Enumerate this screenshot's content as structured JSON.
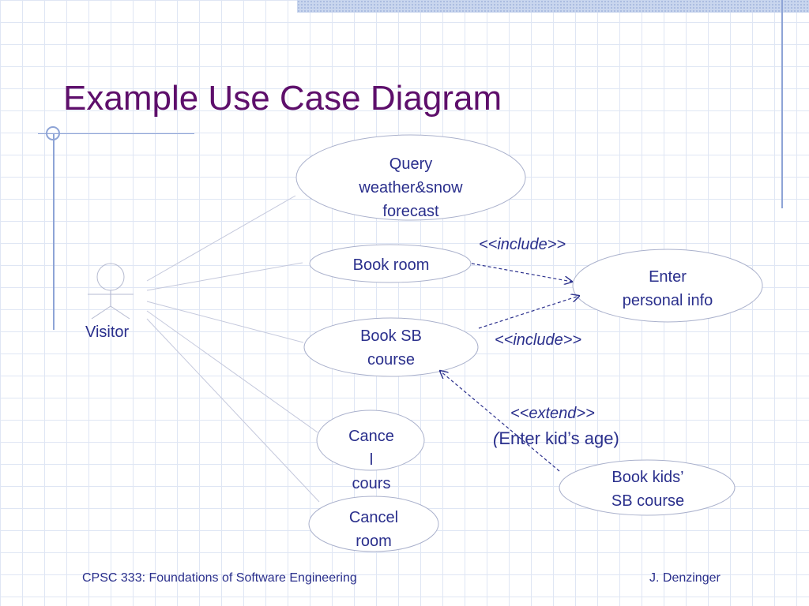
{
  "slide": {
    "title": "Example Use Case Diagram",
    "footer_left": "CPSC 333: Foundations of Software Engineering",
    "footer_right": "J. Denzinger"
  },
  "actor": {
    "name": "Visitor"
  },
  "use_cases": {
    "query_forecast": "Query\nweather&snow\nforecast",
    "book_room": "Book room",
    "book_sb_course": "Book SB\ncourse",
    "cancel_course": "Cance\nl\ncours",
    "cancel_room": "Cancel\nroom",
    "enter_personal_info": "Enter\npersonal info",
    "book_kids_course": "Book kids’\nSB course"
  },
  "relations": {
    "include_1": "<<include>>",
    "include_2": "<<include>>",
    "extend": "<<extend>>",
    "extend_paren": "(",
    "extend_condition": "Enter kid’s age)"
  },
  "colors": {
    "title": "#5e0f6b",
    "text": "#2a2f8c",
    "grid": "#dfe6f4",
    "accent_rule": "#8ea4d6",
    "line": "#c4c8dc"
  }
}
